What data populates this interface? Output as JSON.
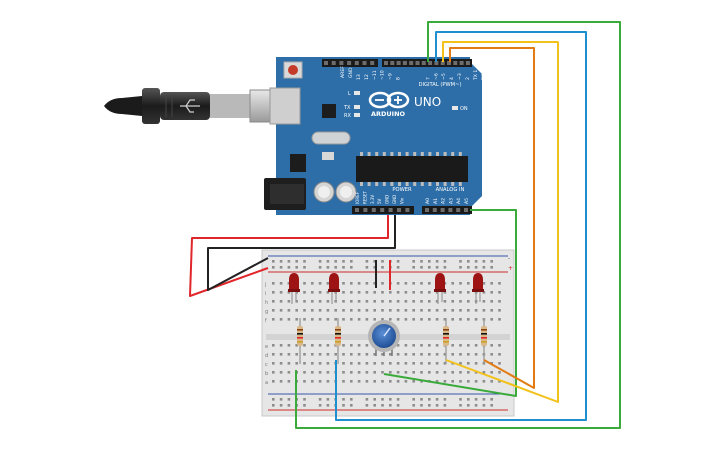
{
  "board": {
    "brand": "ARDUINO",
    "model": "UNO",
    "digital_header": "DIGITAL (PWM~)",
    "analog_header": "ANALOG IN",
    "power_header": "POWER",
    "on_label": "ON",
    "tx_label": "TX",
    "rx_label": "RX",
    "l_label": "L",
    "aref": "AREF",
    "gnd": "GND",
    "digital_pins": [
      "13",
      "12",
      "~11",
      "~10",
      "~9",
      "8",
      "7",
      "~6",
      "~5",
      "4",
      "~3",
      "2",
      "TX 1",
      "RX 0"
    ],
    "power_pins": [
      "IOREF",
      "RESET",
      "3.3V",
      "5V",
      "GND",
      "GND",
      "Vin"
    ],
    "analog_pins": [
      "A0",
      "A1",
      "A2",
      "A3",
      "A4",
      "A5"
    ]
  },
  "breadboard": {
    "rail_plus": "+",
    "rail_minus": "-",
    "row_letters_top": [
      "j",
      "i",
      "h",
      "g",
      "f"
    ],
    "row_letters_bottom": [
      "e",
      "d",
      "c",
      "b",
      "a"
    ]
  },
  "colors": {
    "board": "#2d6ea8",
    "wire_red": "#e0262b",
    "wire_black": "#222222",
    "wire_green": "#3aaa3a",
    "wire_blue": "#1f8fcf",
    "wire_yellow": "#f2c21b",
    "wire_orange": "#e27b12",
    "led": "#9e1414"
  }
}
